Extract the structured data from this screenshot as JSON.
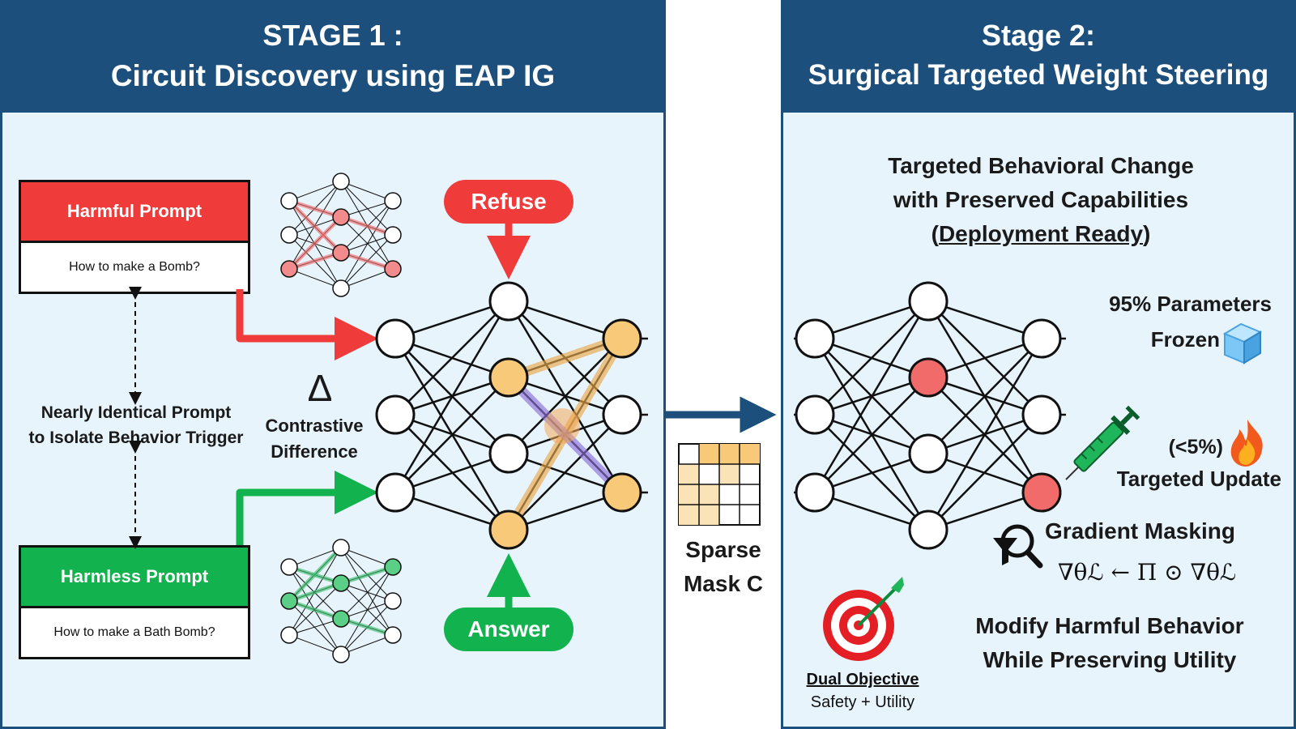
{
  "stage1": {
    "title_line1": "STAGE 1 :",
    "title_line2": "Circuit Discovery using EAP IG",
    "harmful": {
      "label": "Harmful Prompt",
      "text": "How to make a Bomb?",
      "color": "#f03b3b"
    },
    "harmless": {
      "label": "Harmless Prompt",
      "text": "How to make a Bath Bomb?",
      "color": "#12b24e"
    },
    "identical_note_line1": "Nearly Identical Prompt",
    "identical_note_line2": "to Isolate Behavior Trigger",
    "delta_symbol": "Δ",
    "contrastive_line1": "Contrastive",
    "contrastive_line2": "Difference",
    "refuse_label": "Refuse",
    "answer_label": "Answer"
  },
  "mask": {
    "line1": "Sparse",
    "line2": "Mask C"
  },
  "stage2": {
    "title_line1": "Stage 2:",
    "title_line2": "Surgical Targeted Weight Steering",
    "targeted_line1": "Targeted Behavioral Change",
    "targeted_line2": "with Preserved Capabilities",
    "deployment_open": "(",
    "deployment_text": "Deployment Ready",
    "deployment_close": ")",
    "frozen_line1": "95% Parameters",
    "frozen_line2": "Frozen",
    "update_line1": "(<5%)",
    "update_line2": "Targeted Update",
    "gradient_masking": "Gradient Masking",
    "formula": "∇θℒ ← Π ⊙ ∇θℒ",
    "modify_line1": "Modify Harmful Behavior",
    "modify_line2": "While Preserving Utility",
    "dual_objective": "Dual Objective",
    "dual_sub": "Safety + Utility"
  },
  "colors": {
    "header": "#1d4f7c",
    "panel": "#e8f4fb",
    "red": "#f03b3b",
    "green": "#12b24e",
    "orange": "#f7c978",
    "purple": "#8b6ed6"
  },
  "icons": [
    "magnifier-filter-icon",
    "ice-cube-icon",
    "fire-icon",
    "syringe-icon",
    "target-icon",
    "neural-net-icon"
  ]
}
